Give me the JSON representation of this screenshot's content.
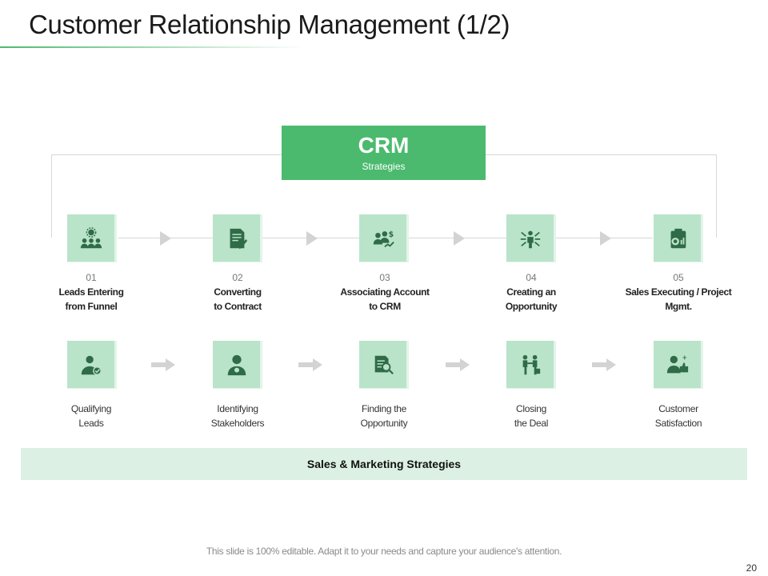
{
  "slide": {
    "title": "Customer Relationship Management (1/2)",
    "page_number": "20",
    "footer": "This slide is 100% editable. Adapt it to your needs and capture your audience's attention."
  },
  "crm": {
    "title": "CRM",
    "subtitle": "Strategies"
  },
  "steps": [
    {
      "number": "01",
      "line1": "Leads Entering",
      "line2": "from Funnel",
      "icon": "team-gear-icon"
    },
    {
      "number": "02",
      "line1": "Converting",
      "line2": "to Contract",
      "icon": "contract-document-icon"
    },
    {
      "number": "03",
      "line1": "Associating Account",
      "line2": "to CRM",
      "icon": "people-money-icon"
    },
    {
      "number": "04",
      "line1": "Creating an",
      "line2": "Opportunity",
      "icon": "person-network-icon"
    },
    {
      "number": "05",
      "line1": "Sales Executing / Project",
      "line2": "Mgmt.",
      "icon": "clipboard-gear-icon"
    }
  ],
  "bottom_steps": [
    {
      "line1": "Qualifying",
      "line2": "Leads",
      "icon": "verified-user-icon"
    },
    {
      "line1": "Identifying",
      "line2": "Stakeholders",
      "icon": "user-search-icon"
    },
    {
      "line1": "Finding the",
      "line2": "Opportunity",
      "icon": "document-search-icon"
    },
    {
      "line1": "Closing",
      "line2": "the Deal",
      "icon": "business-handshake-icon"
    },
    {
      "line1": "Customer",
      "line2": "Satisfaction",
      "icon": "user-thumbs-up-icon"
    }
  ],
  "banner": {
    "label": "Sales & Marketing Strategies"
  },
  "colors": {
    "accent": "#4cba6e",
    "icon_bg": "#b9e4c9",
    "banner_bg": "#dcf1e3",
    "icon_fg": "#2f6b47"
  }
}
